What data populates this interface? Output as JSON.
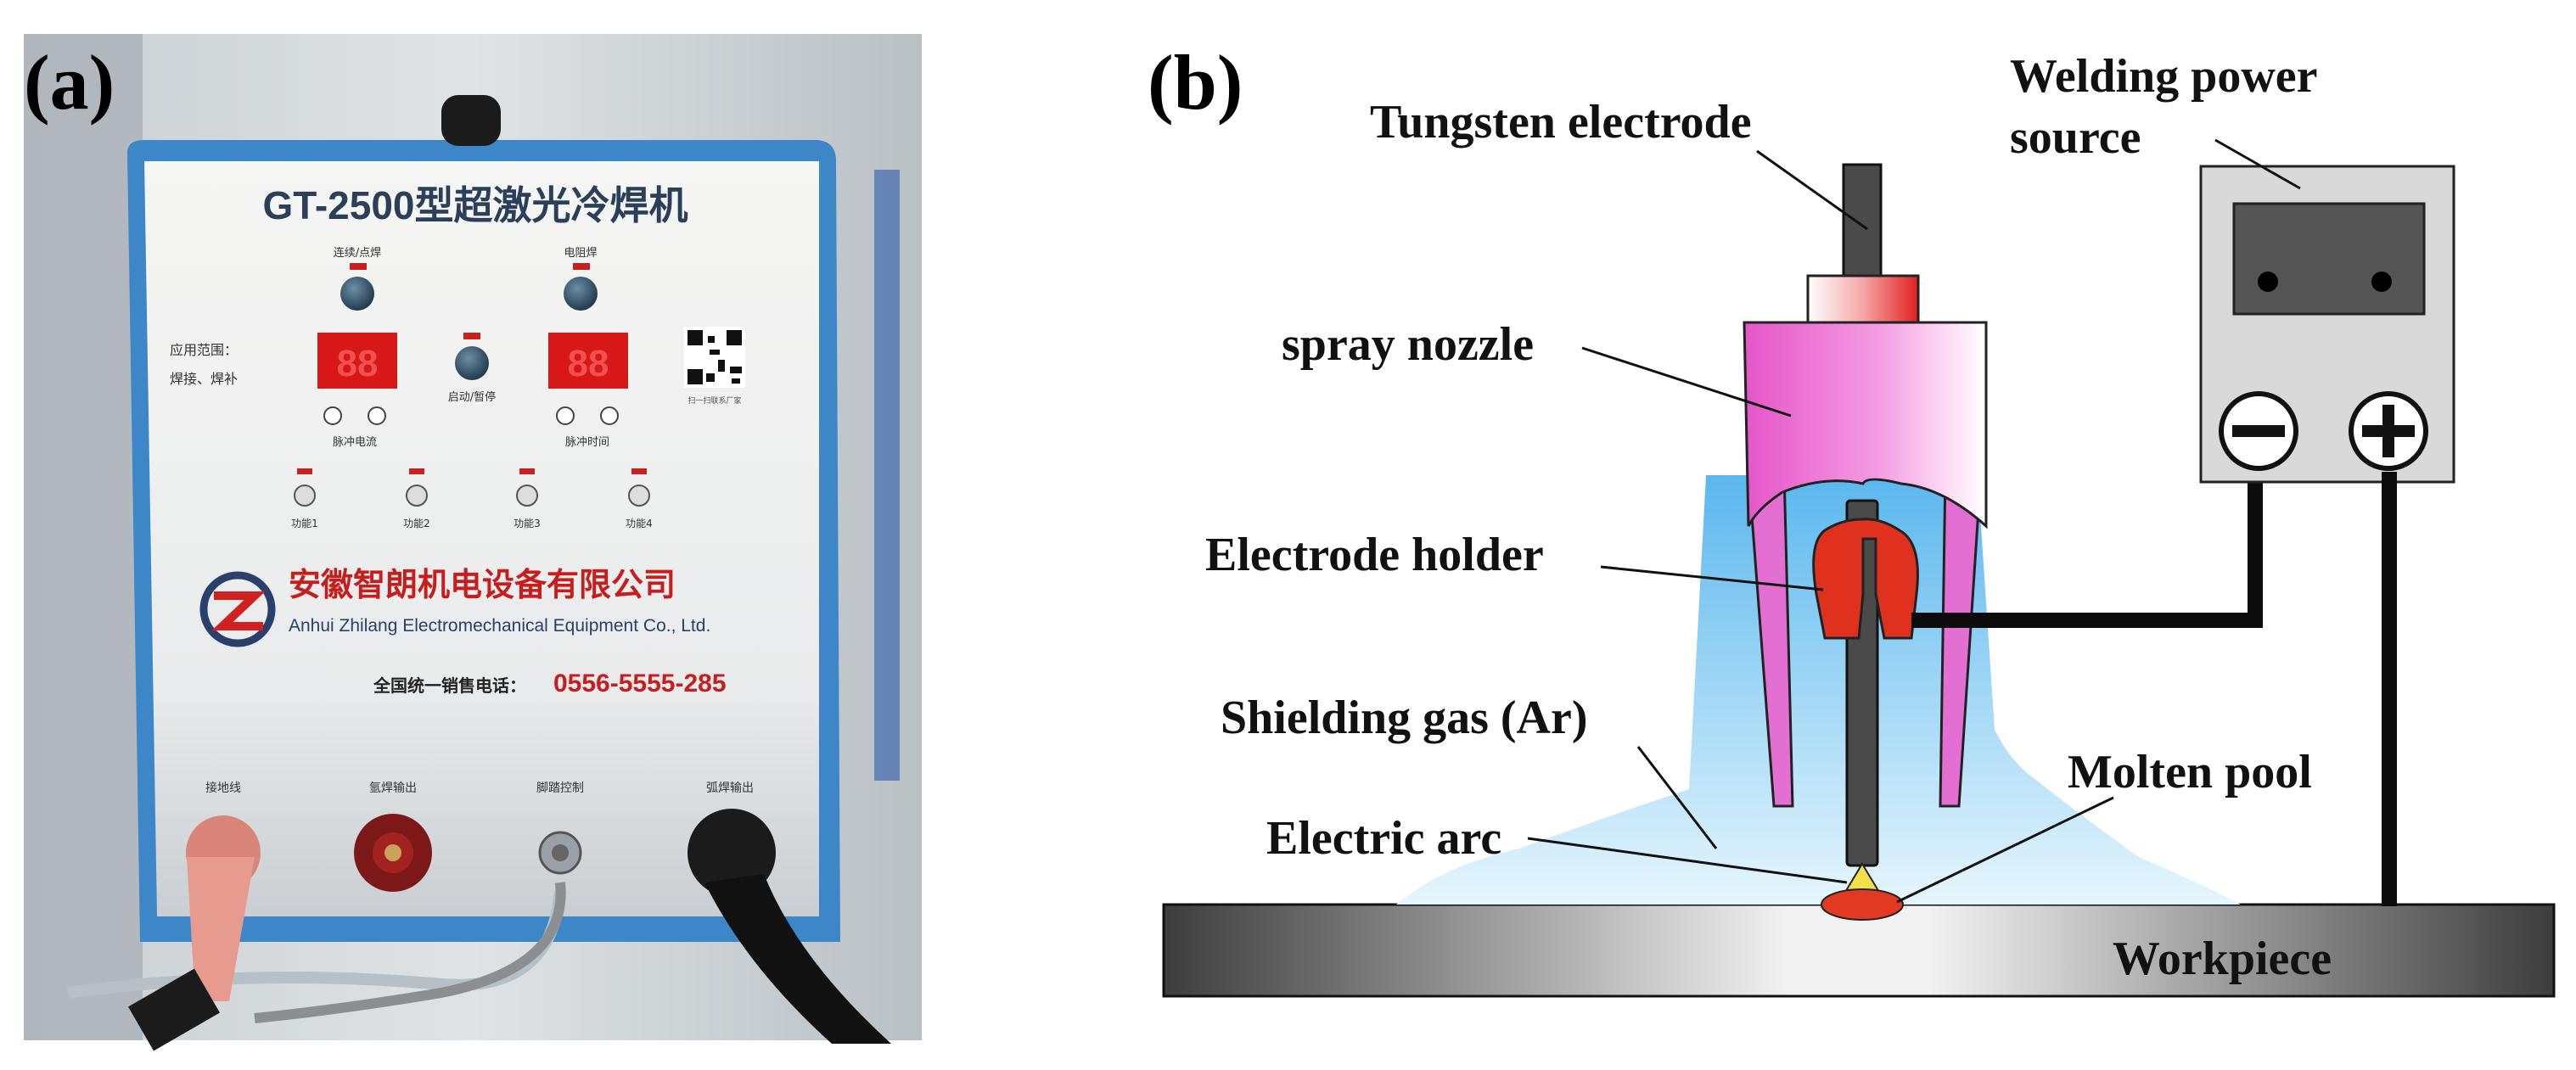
{
  "panel_a": {
    "label": "(a)",
    "machine": {
      "model_title": "GT-2500型超激光冷焊机",
      "top_left_knob_label": "连续/点焊",
      "top_right_knob_label": "电阻焊",
      "application_label": "应用范围：",
      "application_value": "焊接、焊补",
      "left_display_value": "88",
      "right_display_value": "88",
      "left_display_caption": "脉冲电流",
      "right_display_caption": "脉冲时间",
      "center_button_label": "启动/暂停",
      "function_labels": [
        "功能1",
        "功能2",
        "功能3",
        "功能4"
      ],
      "qr_caption": "扫一扫联系厂家",
      "company_cn": "安徽智朗机电设备有限公司",
      "company_en": "Anhui Zhilang Electromechanical Equipment Co., Ltd.",
      "hotline_label": "全国统一销售电话：",
      "hotline_number": "0556-5555-285",
      "port_labels": [
        "接地线",
        "氩焊输出",
        "脚踏控制",
        "弧焊输出"
      ]
    }
  },
  "panel_b": {
    "label": "(b)",
    "labels": {
      "tungsten_electrode": "Tungsten electrode",
      "spray_nozzle": "spray nozzle",
      "electrode_holder": "Electrode holder",
      "shielding_gas": "Shielding gas (Ar)",
      "electric_arc": "Electric arc",
      "molten_pool": "Molten pool",
      "workpiece": "Workpiece",
      "power_source_line1": "Welding power",
      "power_source_line2": "source"
    },
    "terminals": {
      "negative": "−",
      "positive": "+"
    },
    "colors": {
      "nozzle": "#f07ad8",
      "holder": "#e0301e",
      "gas": "#9fd8f4",
      "electrode": "#4a4a4a",
      "arc": "#f2e04a",
      "pool": "#e23a20",
      "power_box": "#d9d9d9"
    }
  }
}
